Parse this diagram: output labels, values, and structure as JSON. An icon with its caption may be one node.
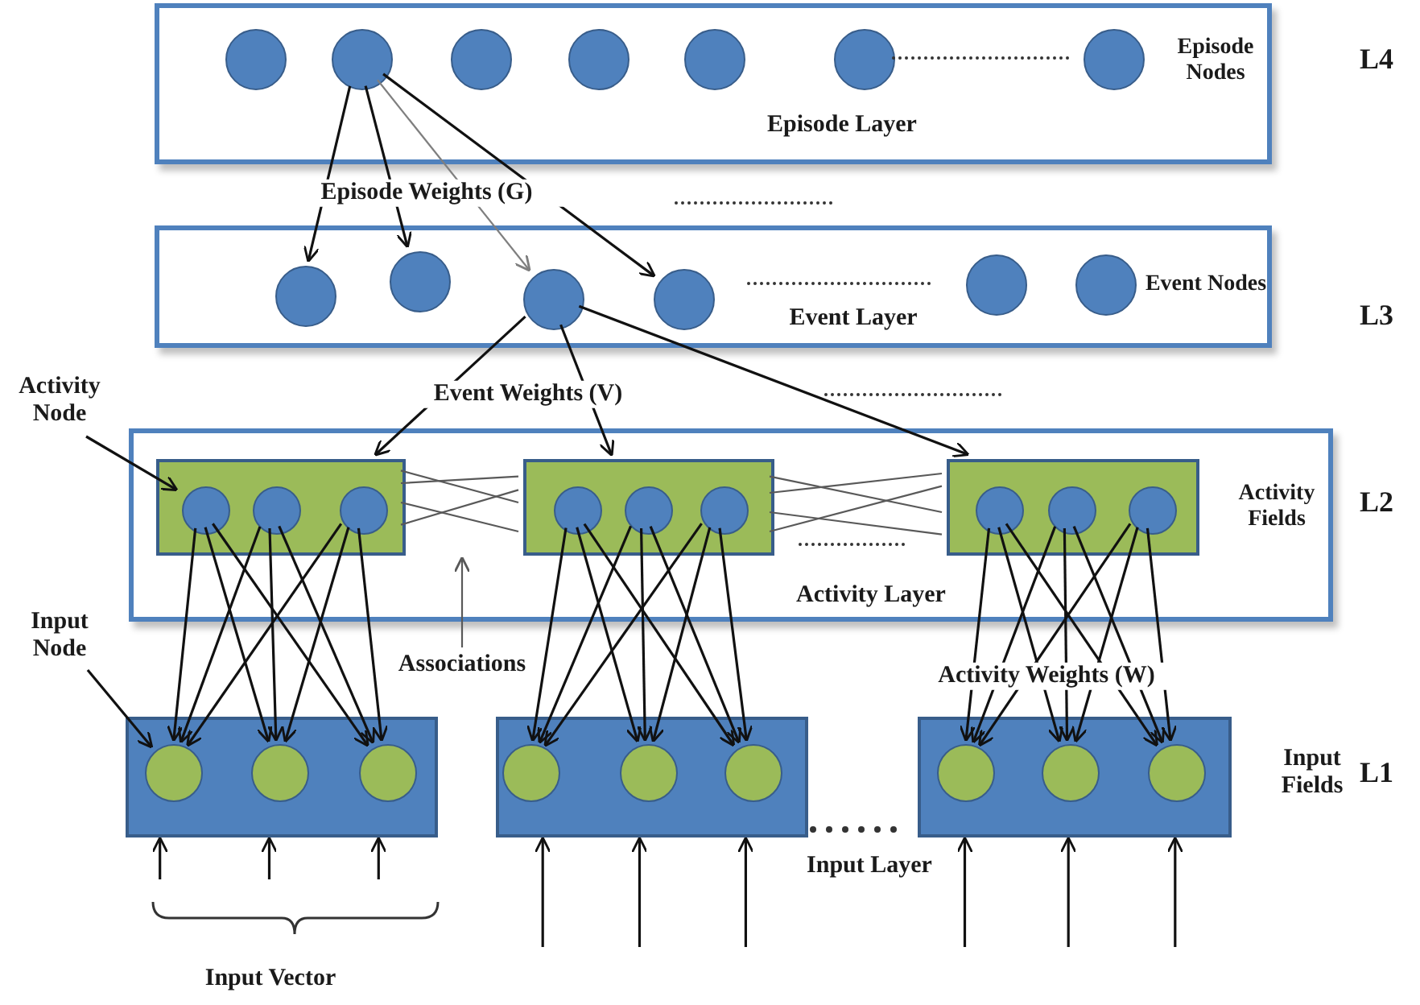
{
  "diagram": {
    "nodes": [
      {
        "text": [
          "Episode Nodes",
          "Episode Layer"
        ],
        "beside": [
          "L4"
        ]
      },
      {
        "text": [],
        "shape": "circle",
        "in": 0
      },
      {
        "text": [],
        "shape": "circle",
        "in": 0
      },
      {
        "text": [],
        "shape": "circle",
        "in": 0
      },
      {
        "text": [],
        "shape": "circle",
        "in": 0
      },
      {
        "text": [],
        "shape": "circle",
        "in": 0
      },
      {
        "text": [],
        "shape": "circle",
        "in": 0
      },
      {
        "text": [],
        "shape": "circle",
        "in": 0
      },
      {
        "text": [
          "Event Nodes",
          "Event Layer"
        ],
        "beside": [
          "L3"
        ]
      },
      {
        "text": [],
        "shape": "circle",
        "in": 8
      },
      {
        "text": [],
        "shape": "circle",
        "in": 8
      },
      {
        "text": [],
        "shape": "circle",
        "in": 8
      },
      {
        "text": [],
        "shape": "circle",
        "in": 8
      },
      {
        "text": [],
        "shape": "circle",
        "in": 8
      },
      {
        "text": [],
        "shape": "circle",
        "in": 8
      },
      {
        "text": [
          "Activity Fields",
          "Activity Layer"
        ],
        "beside": [
          "L2"
        ]
      },
      {
        "text": [],
        "shape": "box",
        "in": 15
      },
      {
        "text": [],
        "shape": "box",
        "in": 15
      },
      {
        "text": [],
        "shape": "box",
        "in": 15
      },
      {
        "text": [],
        "shape": "circle",
        "in": 16
      },
      {
        "text": [],
        "shape": "circle",
        "in": 16
      },
      {
        "text": [],
        "shape": "circle",
        "in": 16
      },
      {
        "text": [],
        "shape": "circle",
        "in": 17
      },
      {
        "text": [],
        "shape": "circle",
        "in": 17
      },
      {
        "text": [],
        "shape": "circle",
        "in": 17
      },
      {
        "text": [],
        "shape": "circle",
        "in": 18
      },
      {
        "text": [],
        "shape": "circle",
        "in": 18
      },
      {
        "text": [],
        "shape": "circle",
        "in": 18
      },
      {
        "text": [],
        "shape": "box"
      },
      {
        "text": [],
        "shape": "box"
      },
      {
        "text": [],
        "shape": "box"
      },
      {
        "text": [],
        "shape": "circle",
        "in": 28
      },
      {
        "text": [],
        "shape": "circle",
        "in": 28
      },
      {
        "text": [],
        "shape": "circle",
        "in": 28
      },
      {
        "text": [],
        "shape": "circle",
        "in": 29
      },
      {
        "text": [],
        "shape": "circle",
        "in": 29
      },
      {
        "text": [],
        "shape": "circle",
        "in": 29
      },
      {
        "text": [],
        "shape": "circle",
        "in": 30
      },
      {
        "text": [],
        "shape": "circle",
        "in": 30
      },
      {
        "text": [],
        "shape": "circle",
        "in": 30
      },
      {
        "text": [
          "Activity Node"
        ]
      },
      {
        "text": [
          "Input Node"
        ]
      },
      {
        "text": [
          "Associations"
        ]
      }
    ],
    "edges": [
      {
        "from": 2,
        "to": 9,
        "arrow": "to"
      },
      {
        "from": 2,
        "to": 10,
        "arrow": "to"
      },
      {
        "from": 2,
        "to": 11,
        "arrow": "to",
        "color": "#7f7f7f"
      },
      {
        "from": 2,
        "to": 12,
        "arrow": "to"
      },
      {
        "from": 11,
        "to": 16,
        "arrow": "to"
      },
      {
        "from": 11,
        "to": 17,
        "arrow": "to"
      },
      {
        "from": 11,
        "to": 18,
        "arrow": "to"
      },
      {
        "from": 40,
        "to": 19,
        "arrow": "to"
      },
      {
        "from": 41,
        "to": 31,
        "arrow": "to"
      },
      {
        "from": 42,
        "to": null,
        "arrow": "to",
        "color": "#595959"
      },
      {
        "from": 16,
        "to": 17,
        "arrow": "none",
        "color": "#595959"
      },
      {
        "from": 16,
        "to": 17,
        "arrow": "none",
        "color": "#595959"
      },
      {
        "from": 16,
        "to": 17,
        "arrow": "none",
        "color": "#595959"
      },
      {
        "from": 16,
        "to": 17,
        "arrow": "none",
        "color": "#595959"
      },
      {
        "from": 17,
        "to": 18,
        "arrow": "none",
        "color": "#595959"
      },
      {
        "from": 17,
        "to": 18,
        "arrow": "none",
        "color": "#595959"
      },
      {
        "from": 17,
        "to": 18,
        "arrow": "none",
        "color": "#595959"
      },
      {
        "from": 17,
        "to": 18,
        "arrow": "none",
        "color": "#595959"
      },
      {
        "from": 19,
        "to": 31,
        "arrow": "to"
      },
      {
        "from": 19,
        "to": 32,
        "arrow": "to"
      },
      {
        "from": 19,
        "to": 33,
        "arrow": "to"
      },
      {
        "from": 20,
        "to": 31,
        "arrow": "to"
      },
      {
        "from": 20,
        "to": 32,
        "arrow": "to"
      },
      {
        "from": 20,
        "to": 33,
        "arrow": "to"
      },
      {
        "from": 21,
        "to": 31,
        "arrow": "to"
      },
      {
        "from": 21,
        "to": 32,
        "arrow": "to"
      },
      {
        "from": 21,
        "to": 33,
        "arrow": "to"
      },
      {
        "from": 22,
        "to": 34,
        "arrow": "to"
      },
      {
        "from": 22,
        "to": 35,
        "arrow": "to"
      },
      {
        "from": 22,
        "to": 36,
        "arrow": "to"
      },
      {
        "from": 23,
        "to": 34,
        "arrow": "to"
      },
      {
        "from": 23,
        "to": 35,
        "arrow": "to"
      },
      {
        "from": 23,
        "to": 36,
        "arrow": "to"
      },
      {
        "from": 24,
        "to": 34,
        "arrow": "to"
      },
      {
        "from": 24,
        "to": 35,
        "arrow": "to"
      },
      {
        "from": 24,
        "to": 36,
        "arrow": "to"
      },
      {
        "from": 25,
        "to": 37,
        "arrow": "to"
      },
      {
        "from": 25,
        "to": 38,
        "arrow": "to"
      },
      {
        "from": 25,
        "to": 39,
        "arrow": "to"
      },
      {
        "from": 26,
        "to": 37,
        "arrow": "to"
      },
      {
        "from": 26,
        "to": 38,
        "arrow": "to"
      },
      {
        "from": 26,
        "to": 39,
        "arrow": "to"
      },
      {
        "from": 27,
        "to": 37,
        "arrow": "to"
      },
      {
        "from": 27,
        "to": 38,
        "arrow": "to"
      },
      {
        "from": 27,
        "to": 39,
        "arrow": "to"
      },
      {
        "from": null,
        "to": 28,
        "arrow": "to"
      },
      {
        "from": null,
        "to": 28,
        "arrow": "to"
      },
      {
        "from": null,
        "to": 28,
        "arrow": "to"
      },
      {
        "from": null,
        "to": 29,
        "arrow": "to"
      },
      {
        "from": null,
        "to": 29,
        "arrow": "to"
      },
      {
        "from": null,
        "to": 29,
        "arrow": "to"
      },
      {
        "from": null,
        "to": 30,
        "arrow": "to"
      },
      {
        "from": null,
        "to": 30,
        "arrow": "to"
      },
      {
        "from": null,
        "to": 30,
        "arrow": "to"
      }
    ],
    "labels": [
      "Episode Weights (G)",
      "Event Weights (V)",
      "Activity Weights (W)",
      "Input Fields",
      "L1",
      "Input Layer",
      "Input Vector"
    ]
  }
}
